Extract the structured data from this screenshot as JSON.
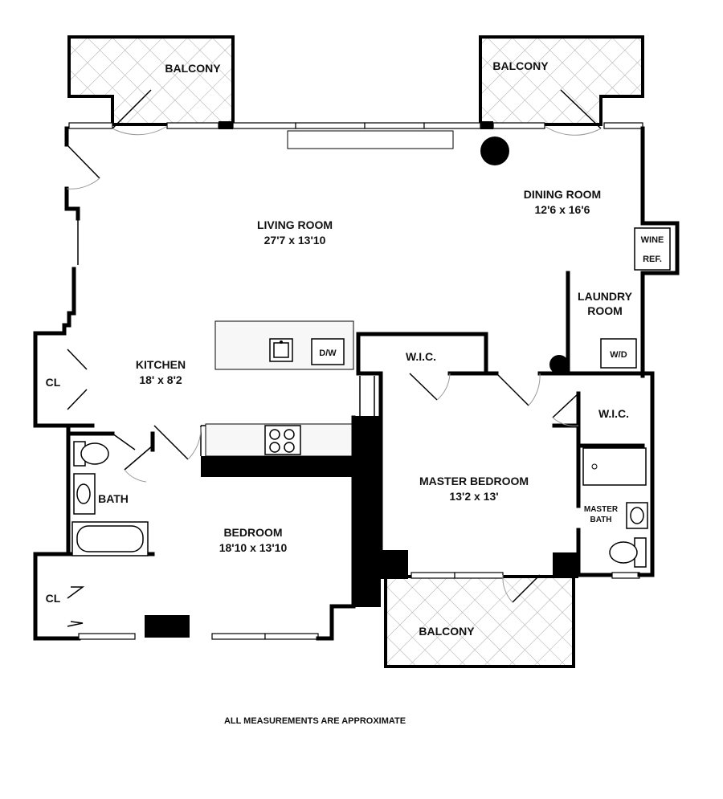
{
  "rooms": {
    "living_room": {
      "name": "LIVING ROOM",
      "size": "27'7 x 13'10"
    },
    "dining_room": {
      "name": "DINING ROOM",
      "size": "12'6 x 16'6"
    },
    "kitchen": {
      "name": "KITCHEN",
      "size": "18' x 8'2"
    },
    "bedroom": {
      "name": "BEDROOM",
      "size": "18'10 x 13'10"
    },
    "master_bedroom": {
      "name": "MASTER BEDROOM",
      "size": "13'2 x 13'"
    },
    "laundry_room": {
      "line1": "LAUNDRY",
      "line2": "ROOM"
    },
    "bath": {
      "name": "BATH"
    },
    "master_bath": {
      "line1": "MASTER",
      "line2": "BATH"
    }
  },
  "labels": {
    "balcony_left": "BALCONY",
    "balcony_right": "BALCONY",
    "balcony_bottom": "BALCONY",
    "wic_top": "W.I.C.",
    "wic_right": "W.I.C.",
    "closet_kitchen": "CL",
    "closet_bedroom": "CL",
    "dishwasher": "D/W",
    "washer_dryer": "W/D",
    "wine_ref_line1": "WINE",
    "wine_ref_line2": "REF."
  },
  "footer": {
    "note": "ALL MEASUREMENTS ARE APPROXIMATE"
  }
}
